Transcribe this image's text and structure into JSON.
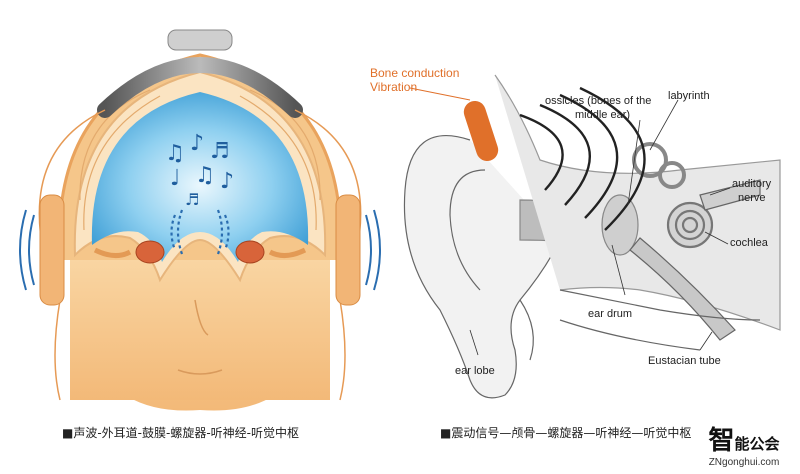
{
  "left_panel": {
    "caption": "■声波-外耳道-鼓膜-螺旋器-听神经-听觉中枢"
  },
  "right_panel": {
    "caption": "■震动信号—颅骨—螺旋器—听神经—听觉中枢",
    "labels": {
      "bone_conduction": "Bone conduction",
      "vibration": "Vibration",
      "ossicles": "ossicles (bones of the",
      "middle_ear": "middle ear)",
      "labyrinth": "labyrinth",
      "auditory": "auditory",
      "nerve": "nerve",
      "cochlea": "cochlea",
      "ear_drum": "ear drum",
      "eustacian_tube": "Eustacian tube",
      "ear_lobe": "ear lobe"
    }
  },
  "watermark": {
    "mark": "智",
    "name": "能公会",
    "url": "ZNgonghui.com"
  },
  "colors": {
    "accent_orange": "#e0702a",
    "brain_blue": "#6bbde8",
    "skin": "#f7c98f",
    "bone": "#fbe4c2"
  }
}
